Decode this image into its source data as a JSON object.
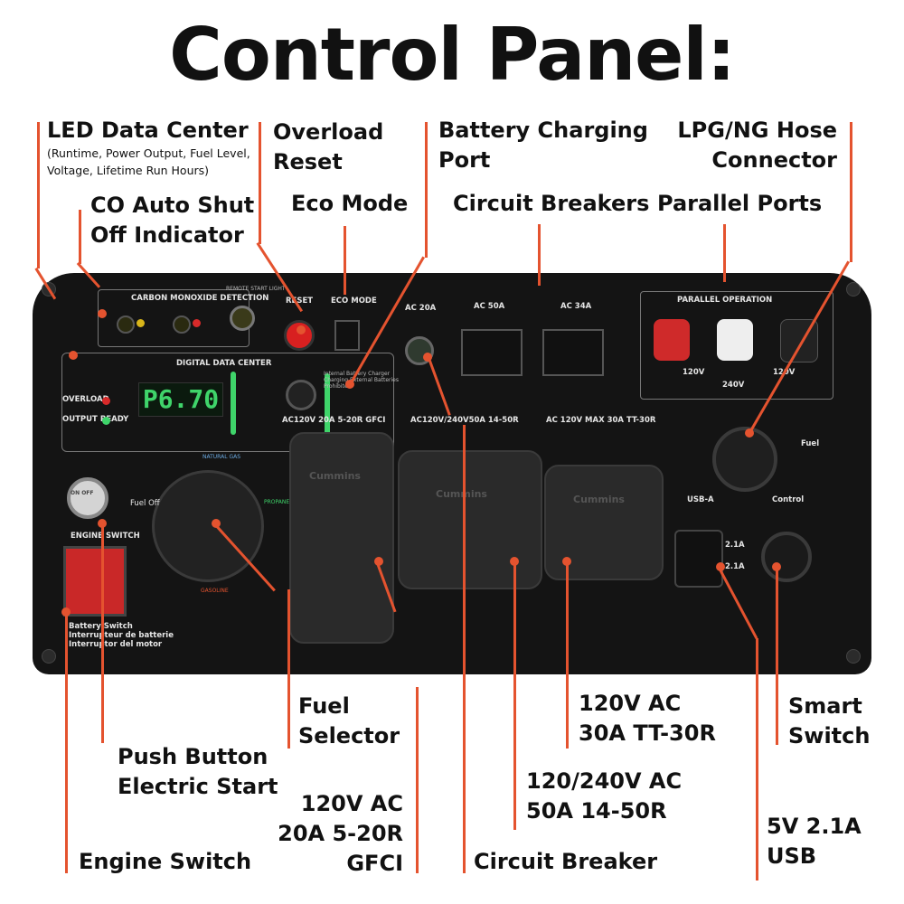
{
  "title": "Control Panel:",
  "callouts": {
    "led_data_center": "LED Data Center",
    "led_data_center_note_1": "(Runtime, Power Output, Fuel Level,",
    "led_data_center_note_2": "Voltage, Lifetime Run Hours)",
    "co_shutoff_1": "CO Auto Shut",
    "co_shutoff_2": "Off Indicator",
    "overload_1": "Overload",
    "overload_2": "Reset",
    "eco_mode": "Eco Mode",
    "battery_port_1": "Battery Charging",
    "battery_port_2": "Port",
    "circuit_breakers": "Circuit Breakers",
    "lpg_hose_1": "LPG/NG Hose",
    "lpg_hose_2": "Connector",
    "parallel_ports": "Parallel Ports",
    "fuel_selector_1": "Fuel",
    "fuel_selector_2": "Selector",
    "push_start_1": "Push Button",
    "push_start_2": "Electric Start",
    "gfci_1": "120V AC",
    "gfci_2": "20A 5-20R",
    "gfci_3": "GFCI",
    "engine_switch": "Engine Switch",
    "tt30_1": "120V AC",
    "tt30_2": "30A TT-30R",
    "r1450_1": "120/240V AC",
    "r1450_2": "50A 14-50R",
    "circuit_breaker": "Circuit Breaker",
    "smart_switch_1": "Smart",
    "smart_switch_2": "Switch",
    "usb_1": "5V 2.1A",
    "usb_2": "USB"
  },
  "panel": {
    "co_detection": "CARBON MONOXIDE DETECTION",
    "remote_start": "REMOTE START LIGHT",
    "reset": "RESET",
    "eco_mode": "ECO MODE",
    "ac20a": "AC 20A",
    "ac50a": "AC 50A",
    "ac34a": "AC 34A",
    "parallel_operation": "PARALLEL OPERATION",
    "v120_left": "120V",
    "v120_right": "120V",
    "v240": "240V",
    "digital_data_center": "DIGITAL DATA CENTER",
    "display_value": "P6.70",
    "overload": "OVERLOAD",
    "output_ready": "OUTPUT READY",
    "battery_note": "Internal Battery Charger Charging External Batteries Prohibited",
    "gfci_rating": "AC120V 20A 5-20R GFCI",
    "r1450_rating": "AC120V/240V50A 14-50R",
    "tt30_rating": "AC 120V MAX 30A TT-30R",
    "fuel": "Fuel",
    "usb_a": "USB-A",
    "control": "Control",
    "usb_amp_1": "2.1A",
    "usb_amp_2": "2.1A",
    "engine_switch": "ENGINE SWITCH",
    "on_off": "ON OFF",
    "fuel_off": "Fuel Off",
    "natural_gas": "NATURAL GAS",
    "propane": "PROPANE",
    "gasoline": "GASOLINE",
    "battery_switch_1": "Battery Switch",
    "battery_switch_2": "Interrupteur de batterie",
    "battery_switch_3": "Interruptor del motor",
    "brand_1": "Cummins",
    "brand_2": "Cummins",
    "brand_3": "Cummins"
  },
  "colors": {
    "accent": "#e4532f",
    "panel": "#141414",
    "display": "#3fd46a",
    "breaker": "#cf2a2a"
  }
}
